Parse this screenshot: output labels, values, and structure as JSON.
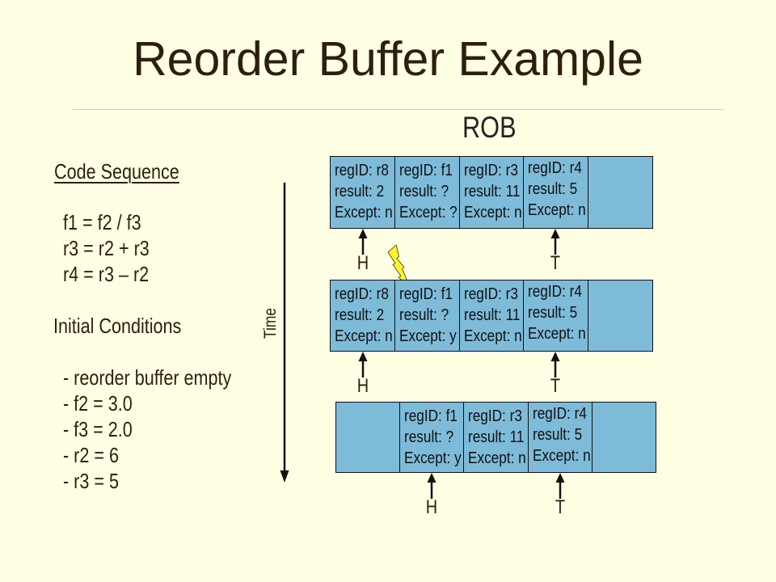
{
  "slide": {
    "title": "Reorder Buffer Example",
    "rob_label": "ROB",
    "time_label": "Time"
  },
  "code_sequence": {
    "heading": "Code Sequence",
    "lines": [
      "f1 = f2 / f3",
      "r3 = r2 + r3",
      "r4 = r3 – r2"
    ]
  },
  "initial_conditions": {
    "heading": "Initial Conditions",
    "lines": [
      "- reorder buffer empty",
      "- f2 = 3.0",
      "- f3 = 2.0",
      "- r2 = 6",
      "- r3 = 5"
    ]
  },
  "rob_snapshots": [
    {
      "entries": [
        [
          "regID: r8",
          "result: 2",
          "Except: n"
        ],
        [
          "regID: f1",
          "result: ?",
          "Except: ?"
        ],
        [
          "regID: r3",
          "result: 11",
          "Except: n"
        ],
        [
          "regID: r4",
          "result: 5",
          "Except: n"
        ],
        []
      ],
      "head_label": "H",
      "tail_label": "T",
      "head_entry": 0,
      "tail_entry": 3
    },
    {
      "entries": [
        [
          "regID: r8",
          "result: 2",
          "Except: n"
        ],
        [
          "regID: f1",
          "result: ?",
          "Except: y"
        ],
        [
          "regID: r3",
          "result: 11",
          "Except: n"
        ],
        [
          "regID: r4",
          "result: 5",
          "Except: n"
        ],
        []
      ],
      "head_label": "H",
      "tail_label": "T",
      "head_entry": 0,
      "tail_entry": 3
    },
    {
      "entries": [
        [],
        [
          "regID: f1",
          "result: ?",
          "Except: y"
        ],
        [
          "regID: r3",
          "result: 11",
          "Except: n"
        ],
        [
          "regID: r4",
          "result: 5",
          "Except: n"
        ],
        []
      ],
      "head_label": "H",
      "tail_label": "T",
      "head_entry": 1,
      "tail_entry": 3
    }
  ],
  "icons": {
    "exception": "lightning-bolt-icon",
    "time_axis": "down-arrow-icon",
    "pointer": "up-arrow-icon"
  },
  "colors": {
    "background": "#FFFFE4",
    "text": "#2E1F0D",
    "rob_fill": "#7EBBD9",
    "exception_bolt": "#FFF430"
  }
}
